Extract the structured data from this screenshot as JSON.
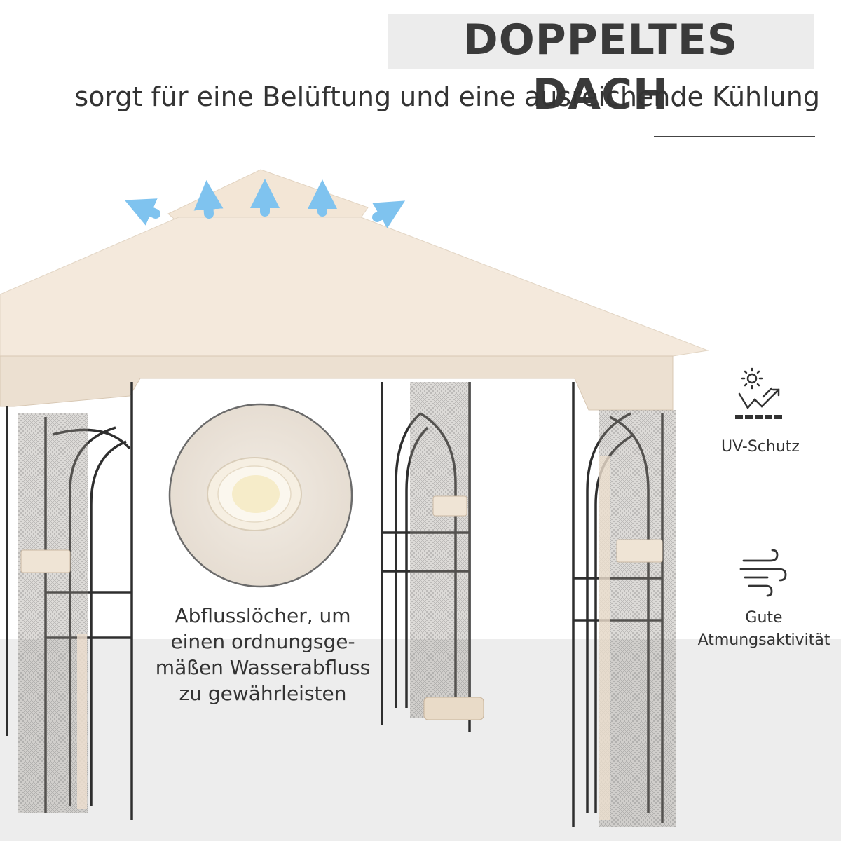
{
  "header": {
    "title": "DOPPELTES DACH",
    "subtitle": "sorgt für eine Belüftung und eine ausreichende Kühlung"
  },
  "callout": {
    "lines": [
      "Abflusslöcher, um",
      "einen ordnungsge-",
      "mäßen Wasserabfluss",
      "zu gewährleisten"
    ]
  },
  "features": [
    {
      "icon": "sun-uv-icon",
      "label": "UV-Schutz"
    },
    {
      "icon": "wind-icon",
      "label": "Gute",
      "label2": "Atmungsaktivität"
    }
  ],
  "colors": {
    "canopy": "#f3e9da",
    "frame": "#2e2e2e",
    "airflow_arrow": "#7fc3ef",
    "headline_band": "#ececec"
  }
}
